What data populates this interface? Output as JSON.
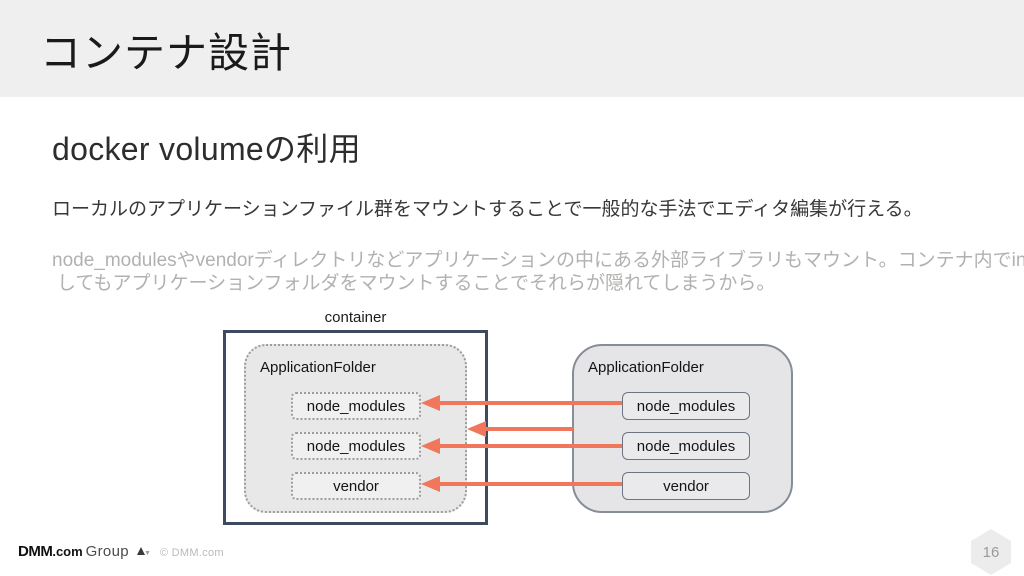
{
  "header": {
    "title": "コンテナ設計"
  },
  "content": {
    "title": "docker volumeの利用",
    "paragraph1": "ローカルのアプリケーションファイル群をマウントすることで一般的な手法でエディタ編集が行える。",
    "paragraph2_line1": "node_modulesやvendorディレクトリなどアプリケーションの中にある外部ライブラリもマウント。コンテナ内でinstall",
    "paragraph2_line2": "してもアプリケーションフォルダをマウントすることでそれらが隠れてしまうから。"
  },
  "diagram": {
    "container_label": "container",
    "left_folder": {
      "title": "ApplicationFolder",
      "items": [
        "node_modules",
        "node_modules",
        "vendor"
      ]
    },
    "right_folder": {
      "title": "ApplicationFolder",
      "items": [
        "node_modules",
        "node_modules",
        "vendor"
      ]
    },
    "arrow_color": "#f0765c"
  },
  "footer": {
    "logo_dmm": "DMM",
    "logo_com": ".com",
    "logo_group": "Group",
    "copyright": "© DMM.com",
    "page_number": "16"
  }
}
